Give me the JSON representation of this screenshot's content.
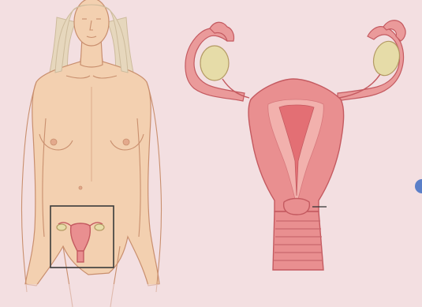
{
  "colors": {
    "background": "#f3dfe1",
    "skin": "#f3d0b0",
    "skin_shadow": "#e2b08c",
    "skin_outline": "#c98f6e",
    "hair": "#e6d7bd",
    "hair_shadow": "#cdbb9c",
    "uterus_fill": "#e98f90",
    "uterus_light": "#f2b1ad",
    "uterus_outline": "#c45a60",
    "ovary_fill": "#e6dca8",
    "ovary_outline": "#b39a63",
    "cervix_ring": "#d97a7d",
    "inset_box": "#3a3a3a",
    "edge_dot": "#5b7fc8"
  },
  "elements": {
    "figure": "female-torso-illustration",
    "inset": "reproductive-area-highlight-box",
    "diagram": "uterus-ovaries-cross-section",
    "marker": "cervix-pointer-line",
    "edge": "blue-edge-dot"
  }
}
